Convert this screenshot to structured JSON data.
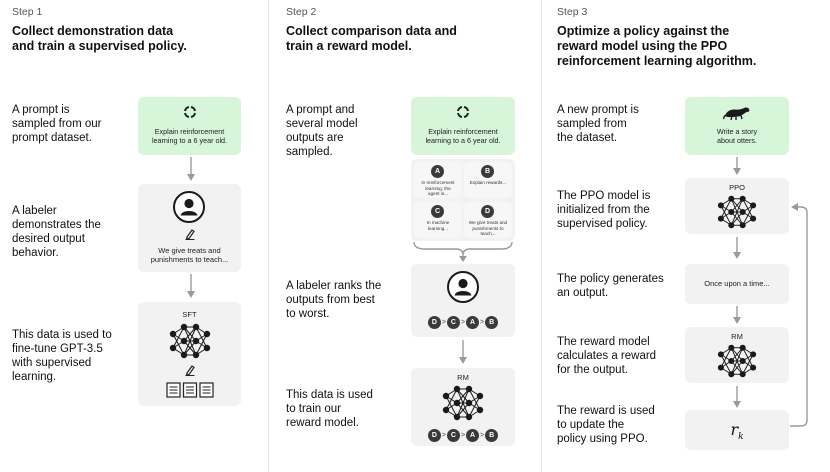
{
  "step1": {
    "label": "Step 1",
    "title": [
      "Collect demonstration data",
      "and train a supervised policy."
    ],
    "desc1": [
      "A prompt is",
      "sampled from our",
      "prompt dataset."
    ],
    "prompt": [
      "Explain reinforcement",
      "learning to a 6 year old."
    ],
    "desc2": [
      "A labeler",
      "demonstrates the",
      "desired output",
      "behavior."
    ],
    "demo": [
      "We give treats and",
      "punishments to teach..."
    ],
    "desc3": [
      "This data is used to",
      "fine-tune GPT-3.5",
      "with supervised",
      "learning."
    ],
    "model": "SFT"
  },
  "step2": {
    "label": "Step 2",
    "title": [
      "Collect comparison data and",
      "train a reward model."
    ],
    "desc1": [
      "A prompt and",
      "several model",
      "outputs are",
      "sampled."
    ],
    "prompt": [
      "Explain reinforcement",
      "learning to a 6 year old."
    ],
    "outputs": [
      {
        "letter": "A",
        "text": [
          "In reinforcement",
          "learning, the",
          "agent is..."
        ]
      },
      {
        "letter": "B",
        "text": [
          "Explain rewards..."
        ]
      },
      {
        "letter": "C",
        "text": [
          "In machine",
          "learning..."
        ]
      },
      {
        "letter": "D",
        "text": [
          "We give treats and",
          "punishments to",
          "teach..."
        ]
      }
    ],
    "desc2": [
      "A labeler ranks the",
      "outputs from best",
      "to worst."
    ],
    "ranking": [
      "D",
      "C",
      "A",
      "B"
    ],
    "gt": ">",
    "desc3": [
      "This data is used",
      "to train our",
      "reward model."
    ],
    "model": "RM"
  },
  "step3": {
    "label": "Step 3",
    "title": [
      "Optimize a policy against the",
      "reward model using the PPO",
      "reinforcement learning algorithm."
    ],
    "desc1": [
      "A new prompt is",
      "sampled from",
      "the dataset."
    ],
    "prompt": [
      "Write a story",
      "about otters."
    ],
    "desc2": [
      "The PPO model is",
      "initialized from the",
      "supervised policy."
    ],
    "ppo": "PPO",
    "desc3": [
      "The policy generates",
      "an output."
    ],
    "output": "Once upon a time...",
    "desc4": [
      "The reward model",
      "calculates a reward",
      "for the output."
    ],
    "rm": "RM",
    "desc5": [
      "The reward is used",
      "to update the",
      "policy using PPO."
    ],
    "reward_symbol": "r",
    "reward_sub": "k"
  },
  "icons": [
    "refresh-icon",
    "user-icon",
    "pencil-icon",
    "neural-network-icon",
    "document-icon",
    "otter-icon",
    "arrow-down-icon"
  ],
  "colors": {
    "prompt_box": "#d6f5d9",
    "card": "#f2f2f2",
    "node": "#1a1a1a",
    "arrow": "#9a9a9a"
  }
}
